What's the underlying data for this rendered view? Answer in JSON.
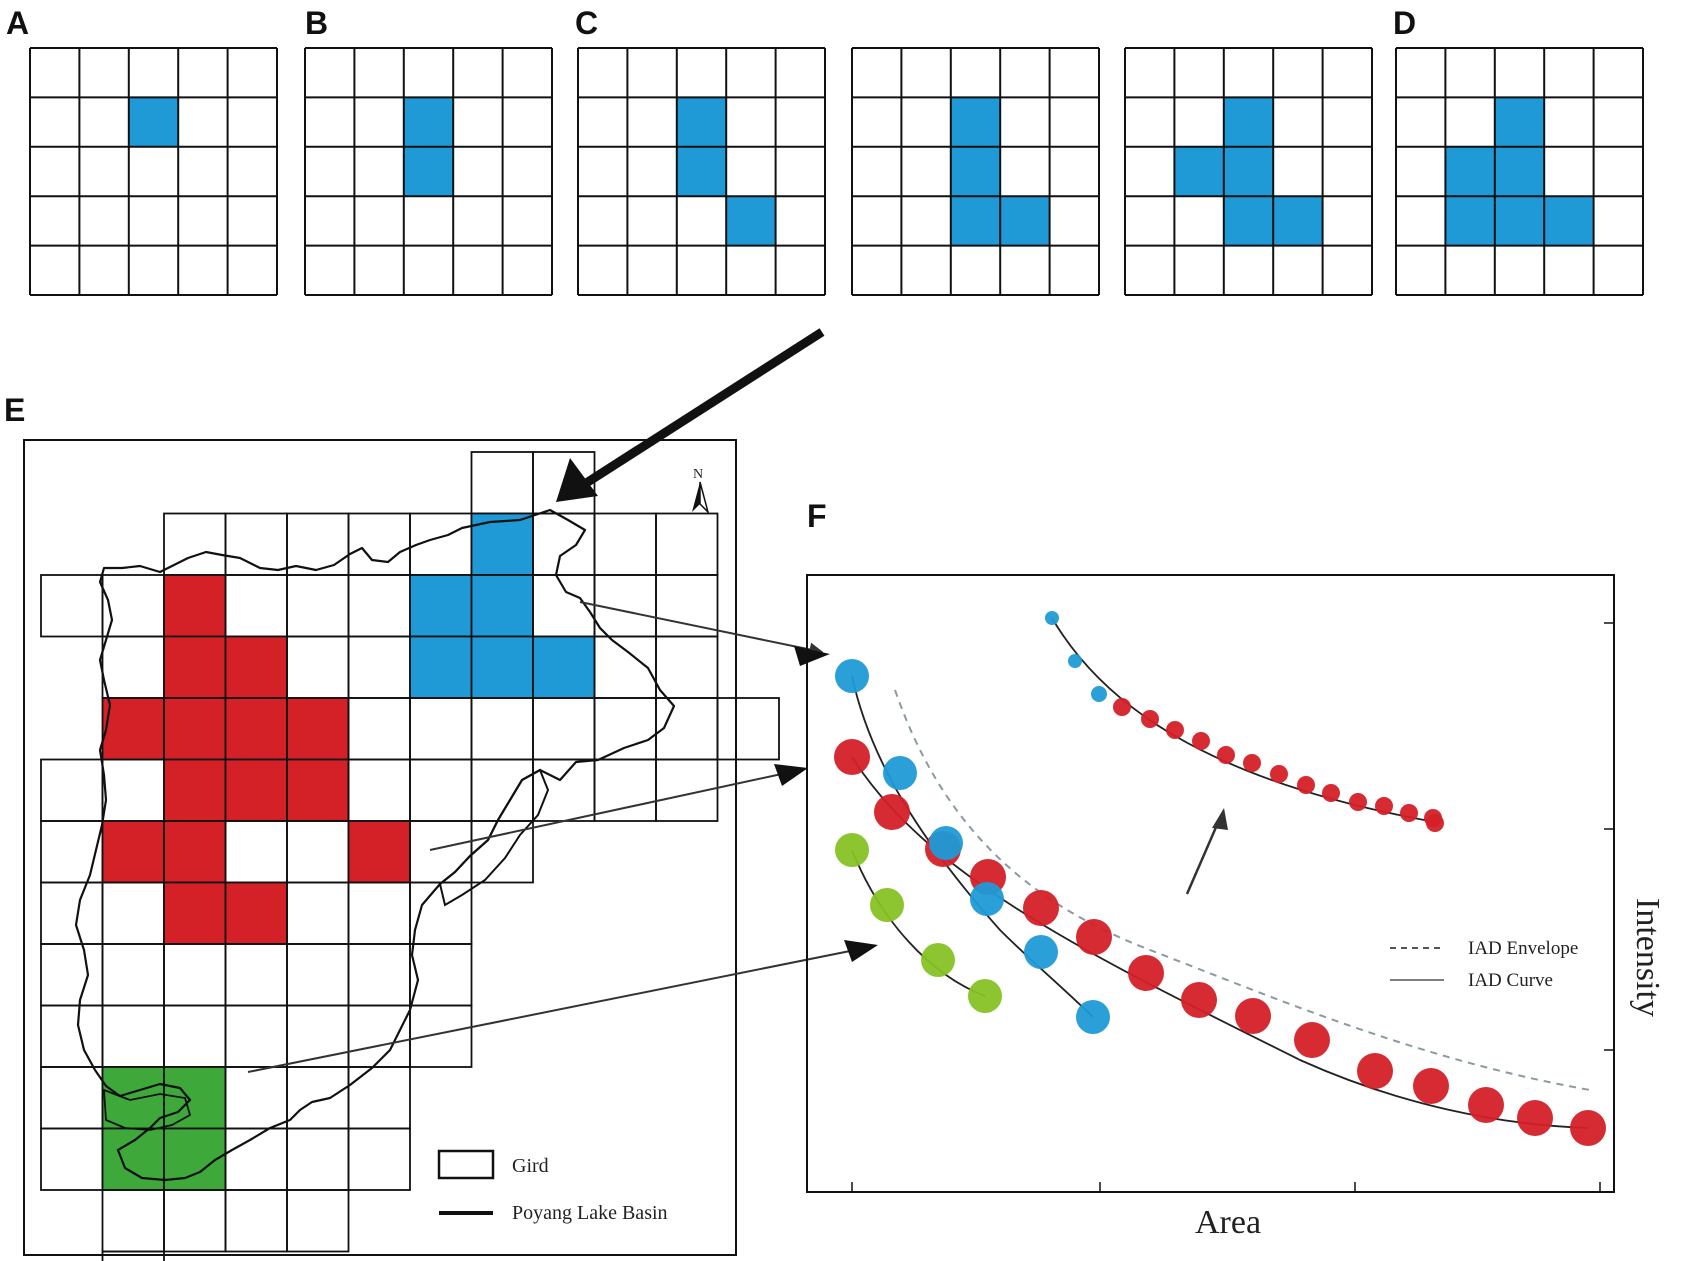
{
  "panel_letters": {
    "a": "A",
    "b": "B",
    "c": "C",
    "d": "D",
    "e": "E",
    "f": "F"
  },
  "colors": {
    "blue": "#1f9ad6",
    "red": "#d42027",
    "green": "#3ea83b",
    "lime": "#86c224",
    "line": "#111111",
    "envelope": "#8a9aa0"
  },
  "sequence_grids": [
    {
      "letter_key": "a",
      "filled": [
        [
          1,
          2
        ]
      ]
    },
    {
      "letter_key": "b",
      "filled": [
        [
          1,
          2
        ],
        [
          2,
          2
        ]
      ]
    },
    {
      "letter_key": "c",
      "filled": [
        [
          1,
          2
        ],
        [
          2,
          2
        ],
        [
          3,
          3
        ]
      ]
    },
    {
      "letter_key": "",
      "filled": [
        [
          1,
          2
        ],
        [
          2,
          2
        ],
        [
          3,
          2
        ],
        [
          3,
          3
        ]
      ]
    },
    {
      "letter_key": "",
      "filled": [
        [
          1,
          2
        ],
        [
          2,
          1
        ],
        [
          2,
          2
        ],
        [
          3,
          2
        ],
        [
          3,
          3
        ]
      ]
    },
    {
      "letter_key": "d",
      "filled": [
        [
          1,
          2
        ],
        [
          2,
          1
        ],
        [
          2,
          2
        ],
        [
          3,
          1
        ],
        [
          3,
          2
        ],
        [
          3,
          3
        ]
      ]
    }
  ],
  "map": {
    "north_label": "N",
    "legend": {
      "grid": "Gird",
      "basin": "Poyang Lake Basin"
    }
  },
  "chart_data": {
    "type": "scatter",
    "xlabel": "Area",
    "ylabel": "Intensity",
    "legend": [
      {
        "label": "IAD Envelope",
        "style": "dashed"
      },
      {
        "label": "IAD Curve",
        "style": "solid"
      }
    ],
    "series": [
      {
        "color": "blue",
        "marker_count": 6
      },
      {
        "color": "red",
        "marker_count": 15
      },
      {
        "color": "lime",
        "marker_count": 4
      },
      {
        "color": "inset",
        "marker_count": 17
      }
    ]
  }
}
